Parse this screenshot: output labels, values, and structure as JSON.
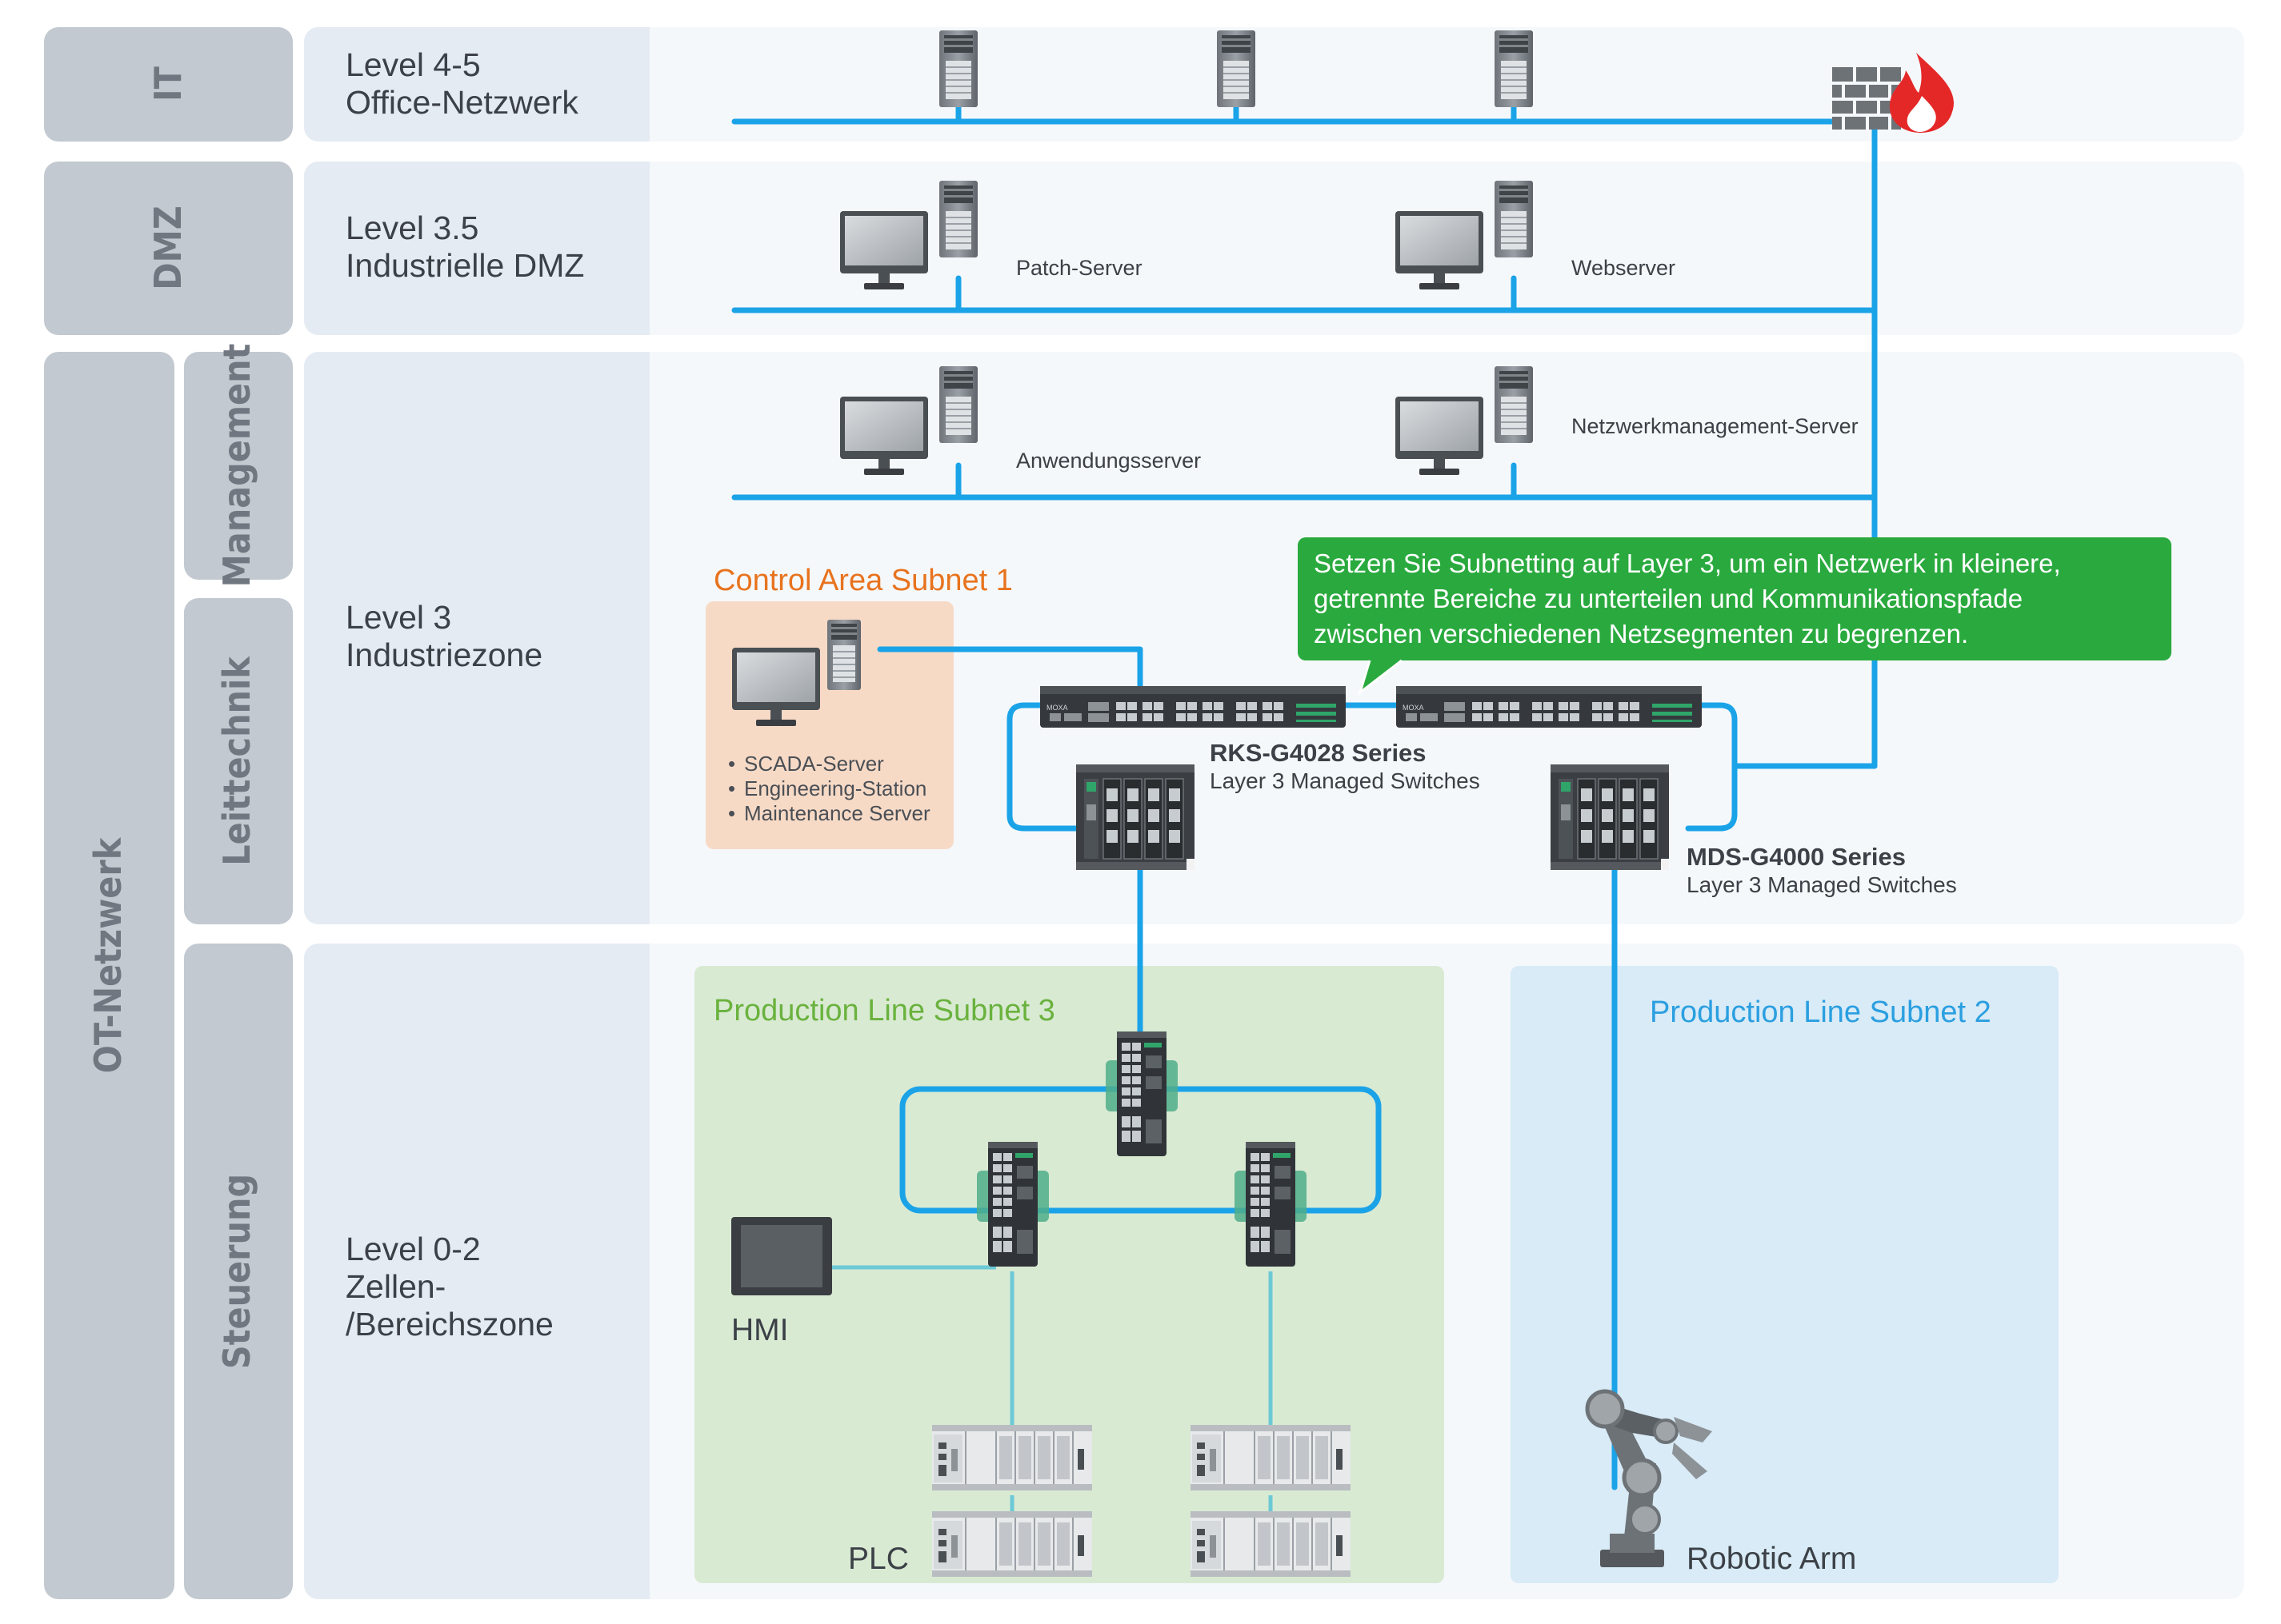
{
  "colors": {
    "network_line": "#1ba3e8",
    "field_line": "#6cc9d6",
    "side_label_bg": "#c2c9d0",
    "level_bg": "#e5ebf3",
    "zone_bg": "#f5f8fb",
    "control_area": "#f7dac6",
    "subnet3_bg": "#d9ead3",
    "subnet2_bg": "#d8ebf7",
    "callout": "#2aaa3e",
    "control_area_title": "#e8731e",
    "subnet3_title": "#6ab23e",
    "subnet2_title": "#2b9fe0"
  },
  "side_labels": {
    "it": "IT",
    "dmz": "DMZ",
    "ot": "OT-Netzwerk",
    "management": "Management",
    "leittechnik": "Leittechnik",
    "steuerung": "Steuerung"
  },
  "levels": {
    "l45_line1": "Level 4-5",
    "l45_line2": "Office-Netzwerk",
    "l35_line1": "Level 3.5",
    "l35_line2": "Industrielle DMZ",
    "l3_line1": "Level 3",
    "l3_line2": "Industriezone",
    "l02_line1": "Level 0-2",
    "l02_line2": "Zellen-",
    "l02_line3": "/Bereichszone"
  },
  "servers": {
    "patch": "Patch-Server",
    "web": "Webserver",
    "application": "Anwendungsserver",
    "network_mgmt": "Netzwerkmanagement-Server"
  },
  "control_area": {
    "title": "Control Area Subnet 1",
    "items": [
      "SCADA-Server",
      "Engineering-Station",
      "Maintenance Server"
    ]
  },
  "callout": {
    "line1": "Setzen Sie Subnetting auf Layer 3, um ein Netzwerk in kleinere,",
    "line2": "getrennte Bereiche zu unterteilen und Kommunikationspfade",
    "line3": "zwischen verschiedenen Netzsegmenten zu begrenzen."
  },
  "switches": {
    "rks_name": "RKS-G4028 Series",
    "rks_desc": "Layer 3 Managed Switches",
    "mds_name": "MDS-G4000 Series",
    "mds_desc": "Layer 3 Managed Switches",
    "brand": "MOXA"
  },
  "subnets": {
    "s3_title": "Production Line Subnet 3",
    "s2_title": "Production Line Subnet 2"
  },
  "devices": {
    "hmi": "HMI",
    "plc": "PLC",
    "robot": "Robotic Arm"
  },
  "icons": [
    "server-tower-icon",
    "monitor-icon",
    "firewall-icon",
    "rack-switch-icon",
    "modular-switch-icon",
    "din-rail-switch-icon",
    "hmi-panel-icon",
    "plc-icon",
    "robotic-arm-icon"
  ]
}
